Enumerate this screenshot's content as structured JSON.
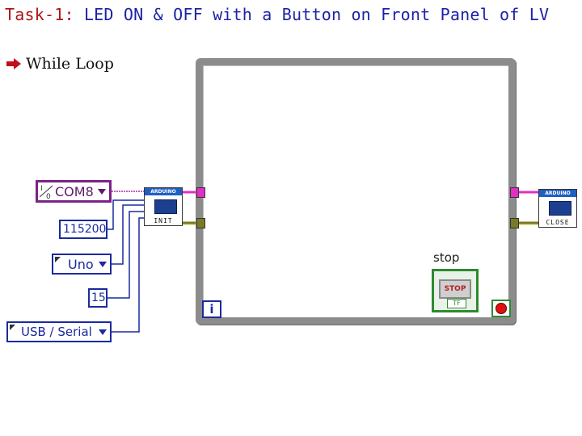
{
  "title": {
    "prefix": "Task-1:",
    "text": "LED ON & OFF with a Button on Front Panel of LV"
  },
  "caption": {
    "text": "While Loop",
    "icon": "arrow-right-icon"
  },
  "constants": {
    "port": {
      "value": "COM8",
      "icon": "io-visa-icon"
    },
    "baud": {
      "value": "115200"
    },
    "board": {
      "value": "Uno"
    },
    "bytes": {
      "value": "15"
    },
    "connection": {
      "value": "USB / Serial"
    }
  },
  "vis": {
    "init": {
      "header": "ARDUINO",
      "label": "INIT"
    },
    "close": {
      "header": "ARDUINO",
      "label": "CLOSE"
    }
  },
  "stop": {
    "label": "stop",
    "button_text": "STOP",
    "tf": "TF"
  },
  "loop": {
    "iteration": "i"
  },
  "colors": {
    "visa": "#e22ec5",
    "error": "#7a7a25",
    "numeric": "#1a2aa0",
    "boolean": "#2f8a2f"
  }
}
